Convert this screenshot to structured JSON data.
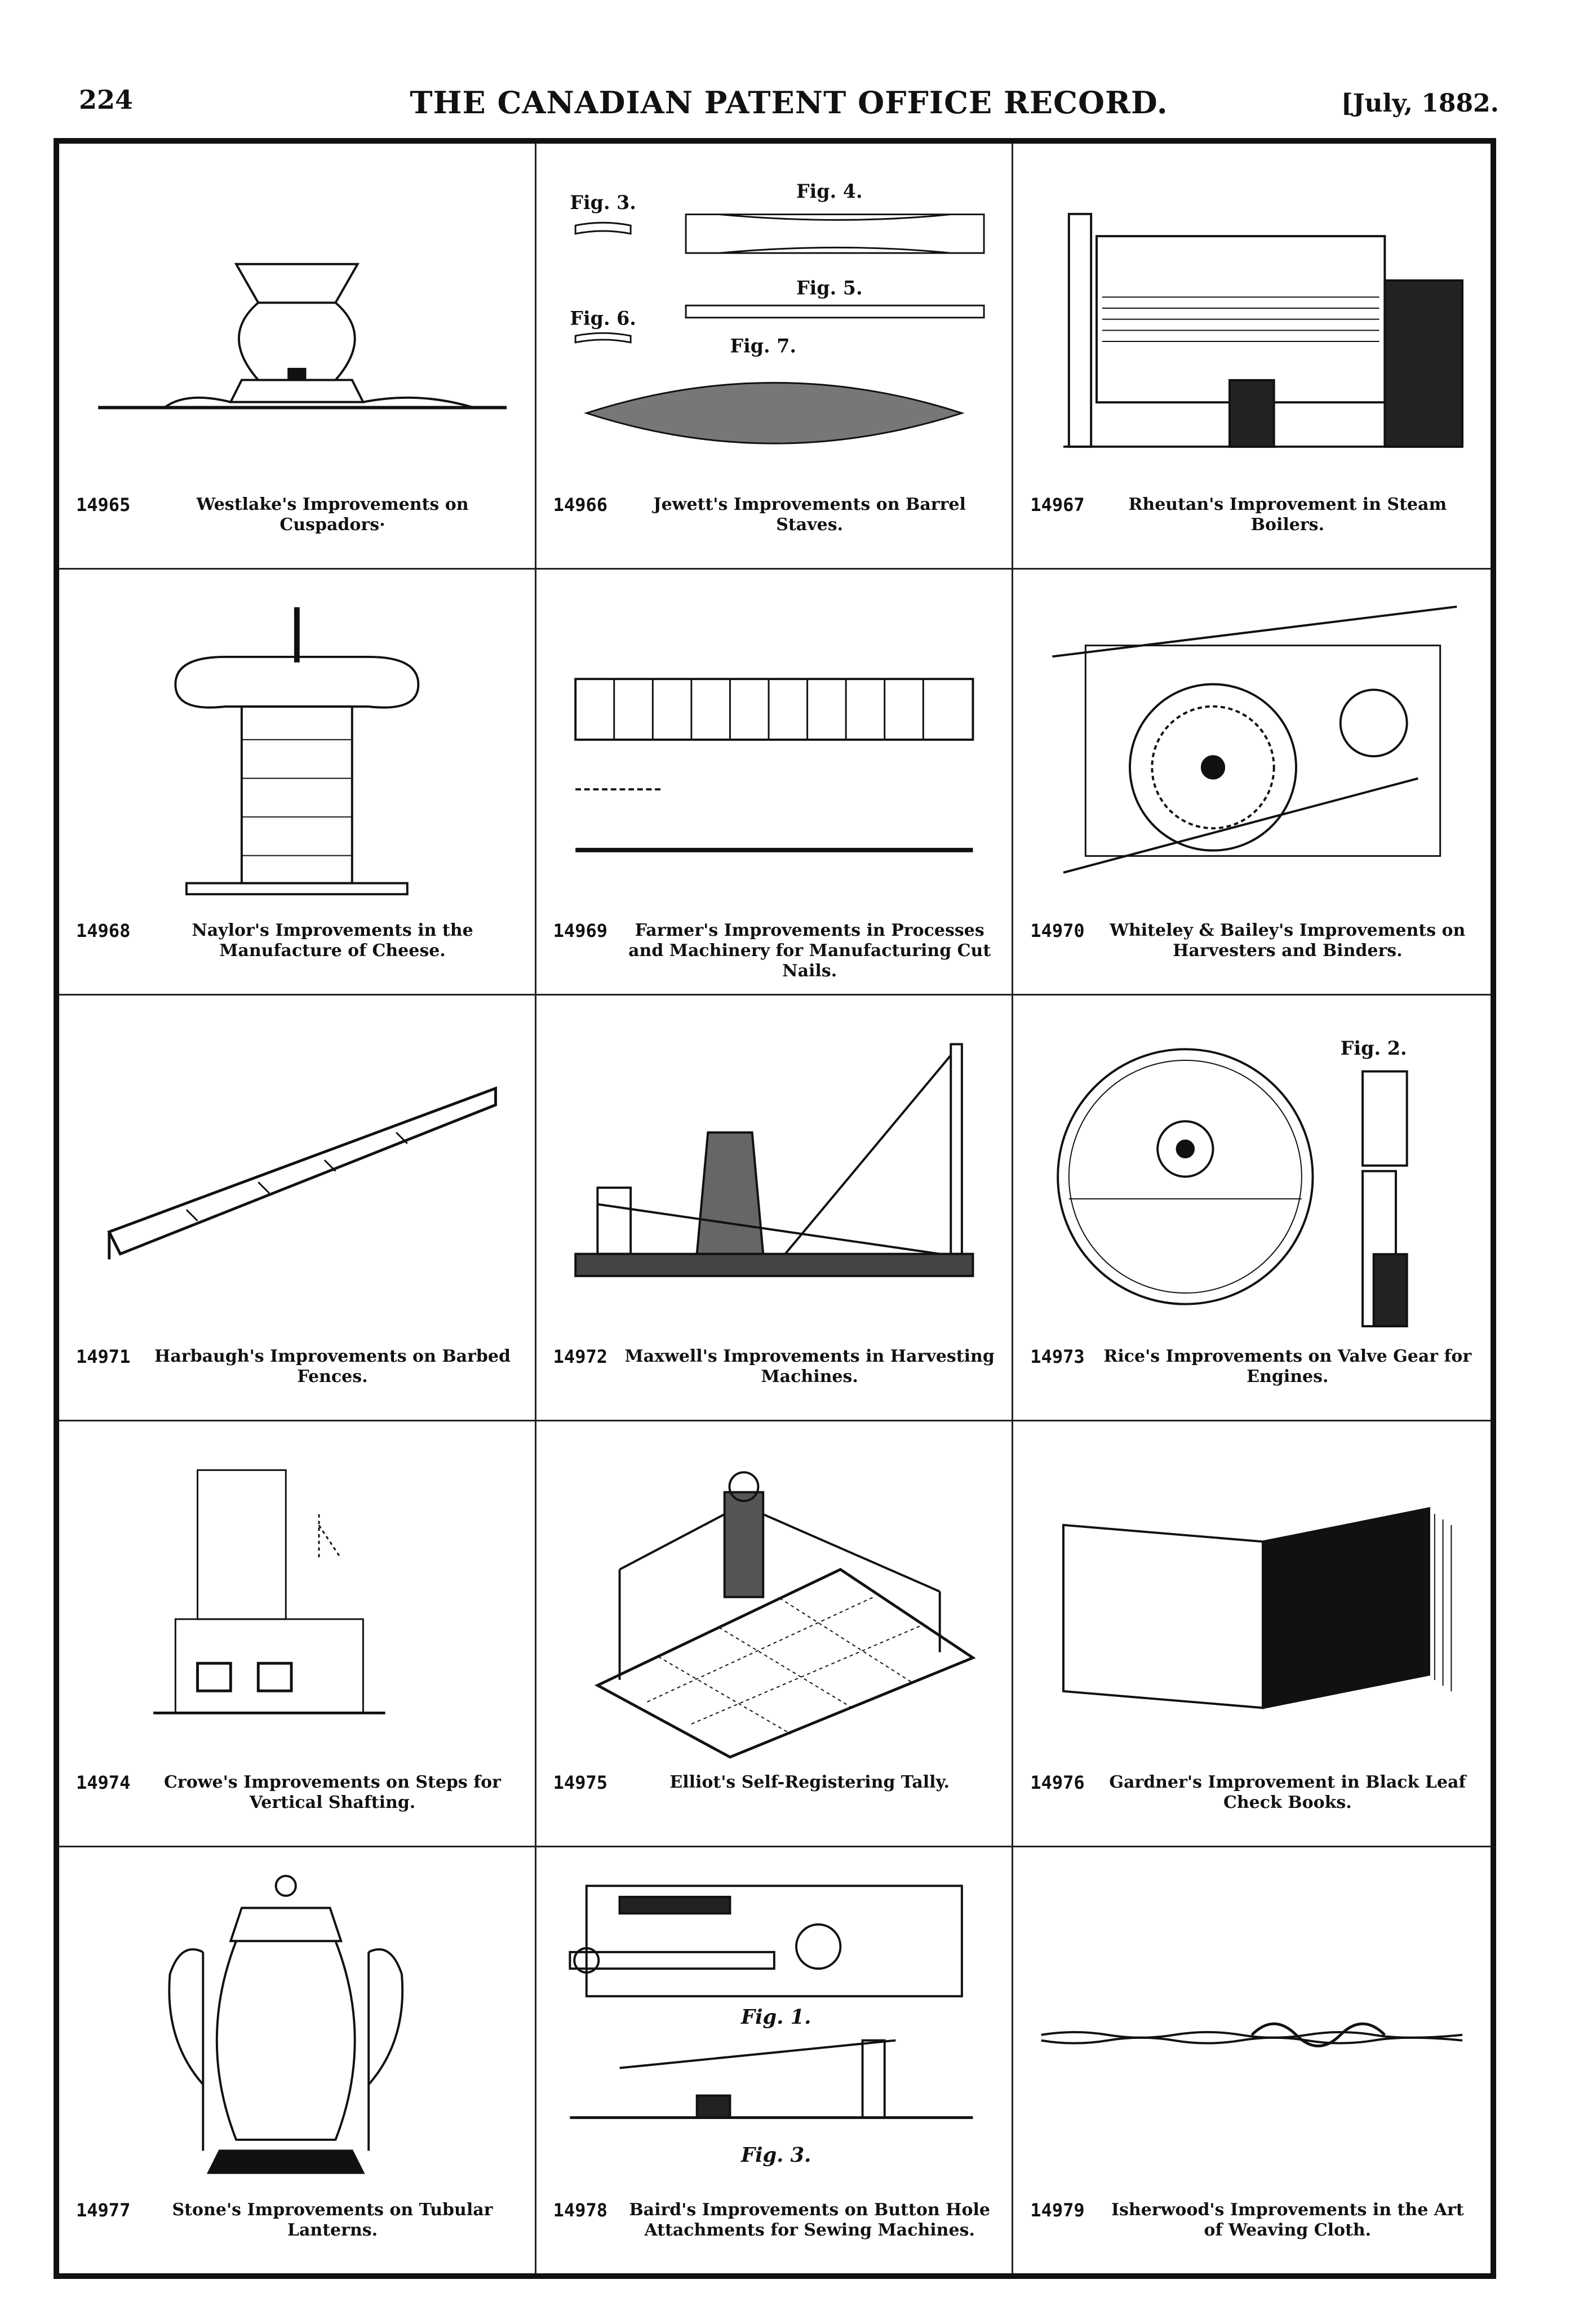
{
  "header": {
    "page_number": "224",
    "title": "THE CANADIAN PATENT OFFICE RECORD.",
    "date": "[July, 1882."
  },
  "patents": [
    {
      "number": "14965",
      "title": "Westlake's Improvements on Cuspadors·"
    },
    {
      "number": "14966",
      "title": "Jewett's Improvements on Barrel Staves."
    },
    {
      "number": "14967",
      "title": "Rheutan's Improvement in Steam Boilers."
    },
    {
      "number": "14968",
      "title": "Naylor's Improvements in the Manufacture of Cheese."
    },
    {
      "number": "14969",
      "title": "Farmer's Improvements in Processes and Machinery for Manufacturing Cut Nails."
    },
    {
      "number": "14970",
      "title": "Whiteley & Bailey's Improvements on Harvesters and Binders."
    },
    {
      "number": "14971",
      "title": "Harbaugh's Improvements on Barbed Fences."
    },
    {
      "number": "14972",
      "title": "Maxwell's Improvements in Harvesting Machines."
    },
    {
      "number": "14973",
      "title": "Rice's Improvements on Valve Gear for Engines."
    },
    {
      "number": "14974",
      "title": "Crowe's Improvements on Steps for Vertical Shafting."
    },
    {
      "number": "14975",
      "title": "Elliot's Self-Registering Tally."
    },
    {
      "number": "14976",
      "title": "Gardner's Improvement in Black Leaf Check Books."
    },
    {
      "number": "14977",
      "title": "Stone's Improvements on Tubular Lanterns."
    },
    {
      "number": "14978",
      "title": "Baird's Improvements on Button Hole Attachments for Sewing Machines."
    },
    {
      "number": "14979",
      "title": "Isherwood's Improvements in the Art of Weaving Cloth."
    }
  ],
  "figure_labels": {
    "fig3": "Fig. 3.",
    "fig4": "Fig. 4.",
    "fig5": "Fig. 5.",
    "fig6": "Fig. 6.",
    "fig7": "Fig. 7.",
    "fig2": "Fig. 2.",
    "fig1": "Fig. 1.",
    "fig3b": "Fig. 3."
  }
}
